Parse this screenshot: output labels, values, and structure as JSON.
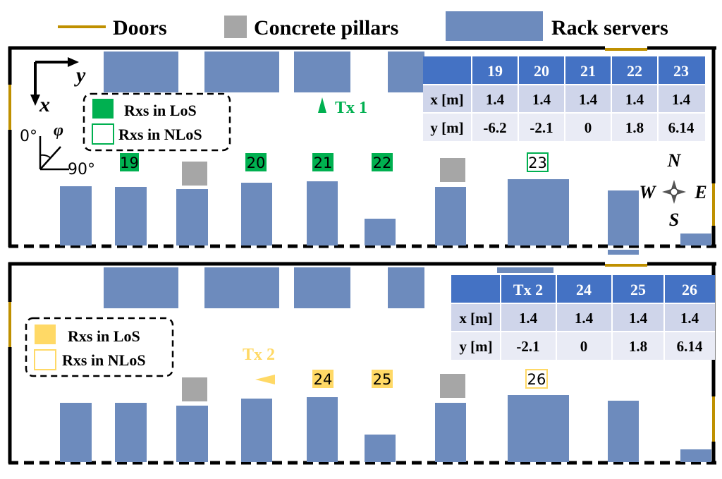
{
  "legend": {
    "doors": "Doors",
    "pillars": "Concrete pillars",
    "racks": "Rack servers"
  },
  "colors": {
    "door": "#bf9000",
    "pillar": "#a6a6a6",
    "rack": "#6d8bbd",
    "los_green": "#00b050",
    "los_yellow": "#ffd966",
    "table_header": "#4472c4",
    "table_row_a": "#cfd5ea",
    "table_row_b": "#e9ebf5"
  },
  "axes": {
    "y_label": "y",
    "x_label": "x",
    "phi": "φ",
    "deg0": "0°",
    "deg90": "90°"
  },
  "compass": {
    "n": "N",
    "s": "S",
    "e": "E",
    "w": "W"
  },
  "top": {
    "tx_label": "Tx 1",
    "legend_los": "Rxs in LoS",
    "legend_nlos": "Rxs in NLoS",
    "receivers": [
      "19",
      "20",
      "21",
      "22",
      "23"
    ],
    "table": {
      "headers": [
        "",
        "19",
        "20",
        "21",
        "22",
        "23"
      ],
      "row_x": [
        "x [m]",
        "1.4",
        "1.4",
        "1.4",
        "1.4",
        "1.4"
      ],
      "row_y": [
        "y [m]",
        "-6.2",
        "-2.1",
        "0",
        "1.8",
        "6.14"
      ]
    }
  },
  "bottom": {
    "tx_label": "Tx 2",
    "legend_los": "Rxs in LoS",
    "legend_nlos": "Rxs in NLoS",
    "receivers": [
      "24",
      "25",
      "26"
    ],
    "table": {
      "headers": [
        "",
        "Tx 2",
        "24",
        "25",
        "26"
      ],
      "row_x": [
        "x [m]",
        "1.4",
        "1.4",
        "1.4",
        "1.4"
      ],
      "row_y": [
        "y [m]",
        "-2.1",
        "0",
        "1.8",
        "6.14"
      ]
    }
  }
}
